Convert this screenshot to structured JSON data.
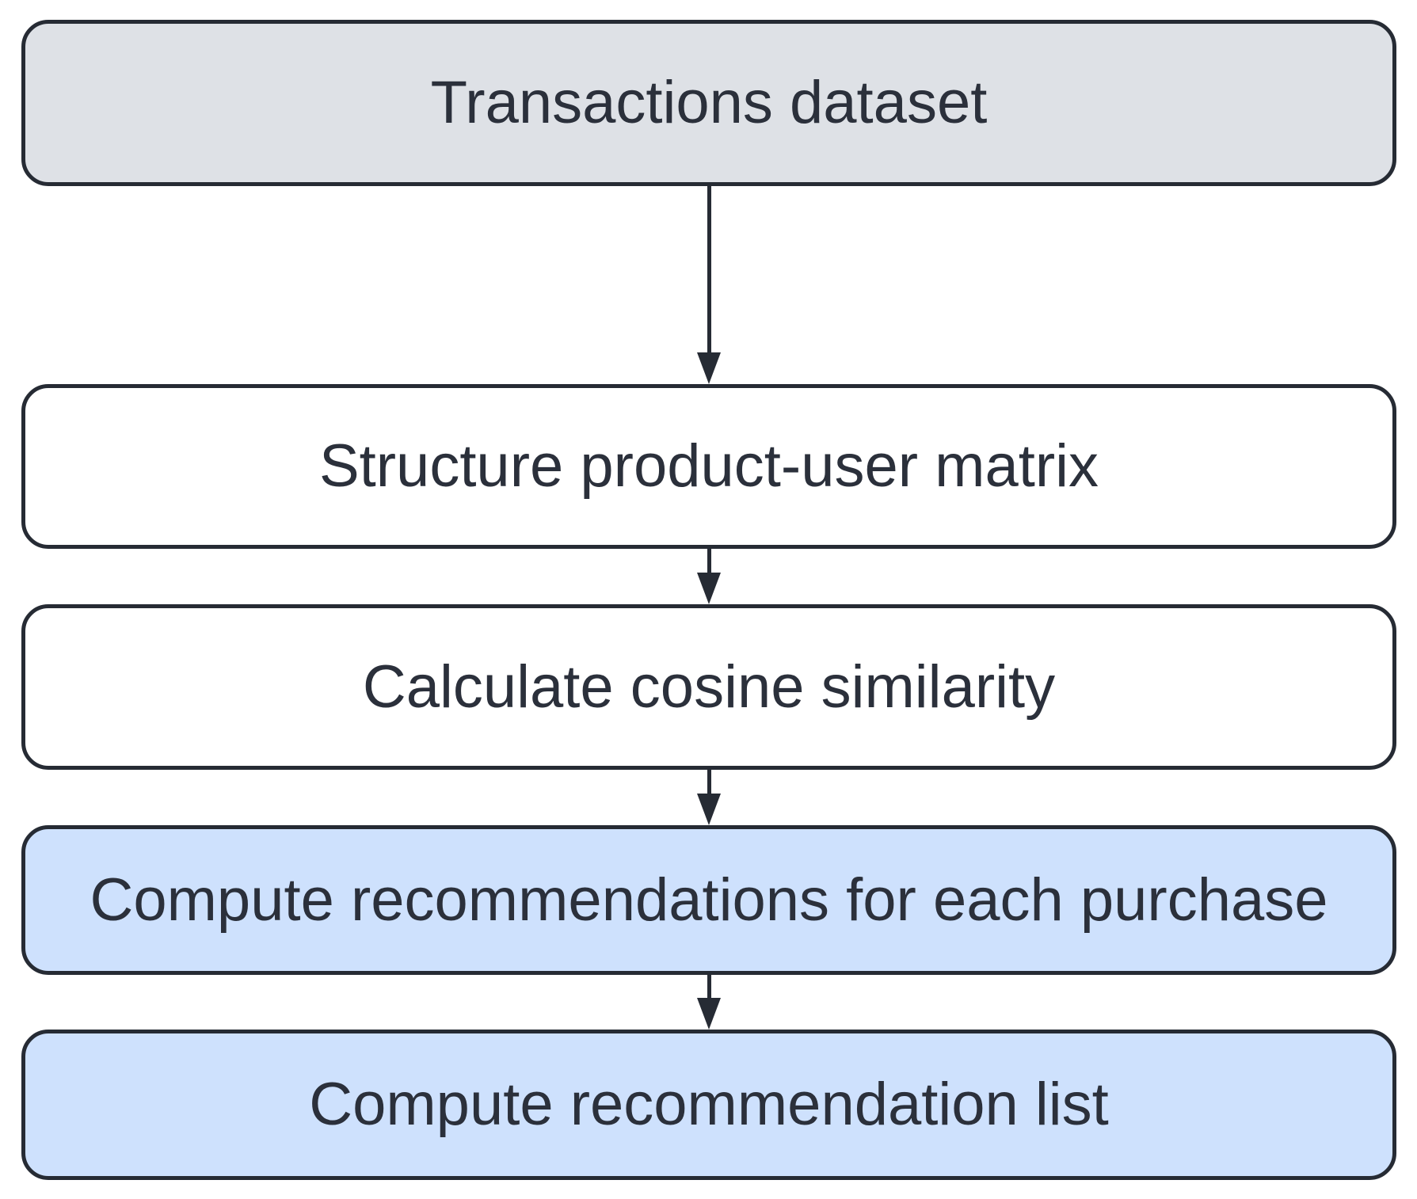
{
  "diagram": {
    "type": "flowchart",
    "direction": "top-to-bottom",
    "colors": {
      "border": "#262b34",
      "arrow": "#262b34",
      "text": "#2b303b",
      "start_fill": "#dee1e6",
      "process_fill": "#ffffff",
      "highlight_fill": "#cee1fd",
      "background": "#ffffff"
    },
    "nodes": [
      {
        "id": "transactions-dataset",
        "label": "Transactions dataset",
        "fill": "#dee1e6"
      },
      {
        "id": "structure-product-user-matrix",
        "label": "Structure product-user matrix",
        "fill": "#ffffff"
      },
      {
        "id": "calculate-cosine-similarity",
        "label": "Calculate cosine similarity",
        "fill": "#ffffff"
      },
      {
        "id": "compute-recommendations-for-each-purchase",
        "label": "Compute recommendations for each purchase",
        "fill": "#cee1fd"
      },
      {
        "id": "compute-recommendation-list",
        "label": "Compute recommendation list",
        "fill": "#cee1fd"
      }
    ],
    "edges": [
      {
        "from": "transactions-dataset",
        "to": "structure-product-user-matrix"
      },
      {
        "from": "structure-product-user-matrix",
        "to": "calculate-cosine-similarity"
      },
      {
        "from": "calculate-cosine-similarity",
        "to": "compute-recommendations-for-each-purchase"
      },
      {
        "from": "compute-recommendations-for-each-purchase",
        "to": "compute-recommendation-list"
      }
    ]
  }
}
